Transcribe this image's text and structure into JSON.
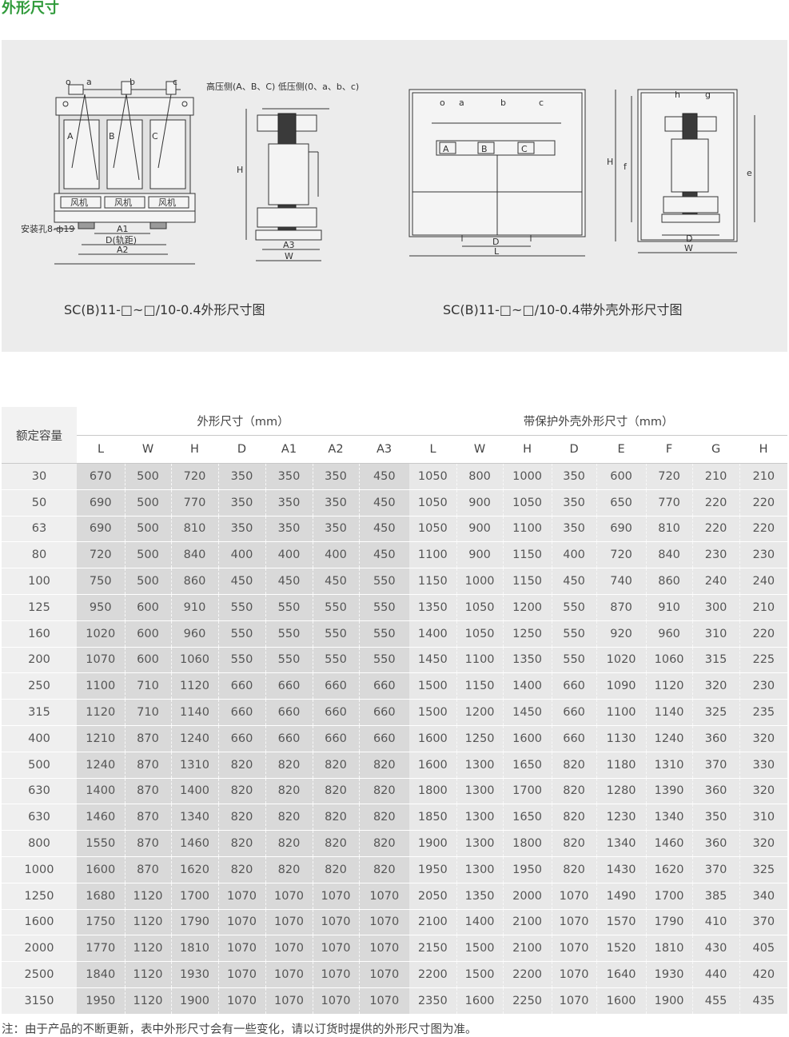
{
  "title": "外形尺寸",
  "figure": {
    "caption_left": "SC(B)11-□~□/10-0.4外形尺寸图",
    "caption_right": "SC(B)11-□~□/10-0.4带外壳外形尺寸图",
    "left": {
      "terminals": [
        "o",
        "a",
        "b",
        "c"
      ],
      "coils": [
        "A",
        "B",
        "C"
      ],
      "fans": [
        "风机",
        "风机",
        "风机"
      ],
      "mount_hole": "安装孔8-ф19",
      "dims": [
        "A1",
        "D(轨距)",
        "A2"
      ]
    },
    "middle": {
      "side_label": "高压侧(A、B、C) 低压侧(0、a、b、c)",
      "dims": [
        "H",
        "A3",
        "W"
      ]
    },
    "right_front": {
      "terminals": [
        "o",
        "a",
        "b",
        "c"
      ],
      "coils": [
        "A",
        "B",
        "C"
      ],
      "dims": [
        "D",
        "L"
      ]
    },
    "right_side": {
      "dims": [
        "h",
        "g",
        "H",
        "f",
        "e",
        "D",
        "W"
      ]
    }
  },
  "table": {
    "rated_capacity_label": "额定容量",
    "group_dims": "外形尺寸（mm）",
    "group_enclosure": "带保护外壳外形尺寸（mm）",
    "dims_cols": [
      "L",
      "W",
      "H",
      "D",
      "A1",
      "A2",
      "A3"
    ],
    "enclosure_cols": [
      "L",
      "W",
      "H",
      "D",
      "E",
      "F",
      "G",
      "H"
    ],
    "rows": [
      [
        "30",
        "670",
        "500",
        "720",
        "350",
        "350",
        "350",
        "450",
        "1050",
        "800",
        "1000",
        "350",
        "600",
        "720",
        "210",
        "210"
      ],
      [
        "50",
        "690",
        "500",
        "770",
        "350",
        "350",
        "350",
        "450",
        "1050",
        "900",
        "1050",
        "350",
        "650",
        "770",
        "220",
        "220"
      ],
      [
        "63",
        "690",
        "500",
        "810",
        "350",
        "350",
        "350",
        "450",
        "1050",
        "900",
        "1100",
        "350",
        "690",
        "810",
        "220",
        "220"
      ],
      [
        "80",
        "720",
        "500",
        "840",
        "400",
        "400",
        "400",
        "450",
        "1100",
        "900",
        "1150",
        "400",
        "720",
        "840",
        "230",
        "230"
      ],
      [
        "100",
        "750",
        "500",
        "860",
        "450",
        "450",
        "450",
        "550",
        "1150",
        "1000",
        "1150",
        "450",
        "740",
        "860",
        "240",
        "240"
      ],
      [
        "125",
        "950",
        "600",
        "910",
        "550",
        "550",
        "550",
        "550",
        "1350",
        "1050",
        "1200",
        "550",
        "870",
        "910",
        "300",
        "210"
      ],
      [
        "160",
        "1020",
        "600",
        "960",
        "550",
        "550",
        "550",
        "550",
        "1400",
        "1050",
        "1250",
        "550",
        "920",
        "960",
        "310",
        "220"
      ],
      [
        "200",
        "1070",
        "600",
        "1060",
        "550",
        "550",
        "550",
        "550",
        "1450",
        "1100",
        "1350",
        "550",
        "1020",
        "1060",
        "315",
        "225"
      ],
      [
        "250",
        "1100",
        "710",
        "1120",
        "660",
        "660",
        "660",
        "660",
        "1500",
        "1150",
        "1400",
        "660",
        "1090",
        "1120",
        "320",
        "230"
      ],
      [
        "315",
        "1120",
        "710",
        "1140",
        "660",
        "660",
        "660",
        "660",
        "1500",
        "1200",
        "1450",
        "660",
        "1100",
        "1140",
        "325",
        "235"
      ],
      [
        "400",
        "1210",
        "870",
        "1240",
        "660",
        "660",
        "660",
        "660",
        "1600",
        "1250",
        "1600",
        "660",
        "1130",
        "1240",
        "360",
        "320"
      ],
      [
        "500",
        "1240",
        "870",
        "1310",
        "820",
        "820",
        "820",
        "820",
        "1600",
        "1300",
        "1650",
        "820",
        "1180",
        "1310",
        "370",
        "330"
      ],
      [
        "630",
        "1400",
        "870",
        "1400",
        "820",
        "820",
        "820",
        "820",
        "1800",
        "1300",
        "1700",
        "820",
        "1280",
        "1390",
        "360",
        "320"
      ],
      [
        "630",
        "1460",
        "870",
        "1340",
        "820",
        "820",
        "820",
        "820",
        "1850",
        "1300",
        "1650",
        "820",
        "1230",
        "1340",
        "350",
        "310"
      ],
      [
        "800",
        "1550",
        "870",
        "1460",
        "820",
        "820",
        "820",
        "820",
        "1900",
        "1300",
        "1800",
        "820",
        "1340",
        "1460",
        "360",
        "320"
      ],
      [
        "1000",
        "1600",
        "870",
        "1620",
        "820",
        "820",
        "820",
        "820",
        "1950",
        "1300",
        "1950",
        "820",
        "1430",
        "1620",
        "370",
        "325"
      ],
      [
        "1250",
        "1680",
        "1120",
        "1700",
        "1070",
        "1070",
        "1070",
        "1070",
        "2050",
        "1350",
        "2000",
        "1070",
        "1490",
        "1700",
        "385",
        "340"
      ],
      [
        "1600",
        "1750",
        "1120",
        "1790",
        "1070",
        "1070",
        "1070",
        "1070",
        "2100",
        "1400",
        "2100",
        "1070",
        "1570",
        "1790",
        "410",
        "370"
      ],
      [
        "2000",
        "1770",
        "1120",
        "1810",
        "1070",
        "1070",
        "1070",
        "1070",
        "2150",
        "1500",
        "2100",
        "1070",
        "1520",
        "1810",
        "430",
        "405"
      ],
      [
        "2500",
        "1840",
        "1120",
        "1930",
        "1070",
        "1070",
        "1070",
        "1070",
        "2200",
        "1500",
        "2200",
        "1070",
        "1640",
        "1930",
        "440",
        "420"
      ],
      [
        "3150",
        "1950",
        "1120",
        "1900",
        "1070",
        "1070",
        "1070",
        "1070",
        "2350",
        "1600",
        "2250",
        "1070",
        "1600",
        "1900",
        "455",
        "435"
      ]
    ]
  },
  "note": "注：由于产品的不断更新，表中外形尺寸会有一些变化，请以订货时提供的外形尺寸图为准。"
}
